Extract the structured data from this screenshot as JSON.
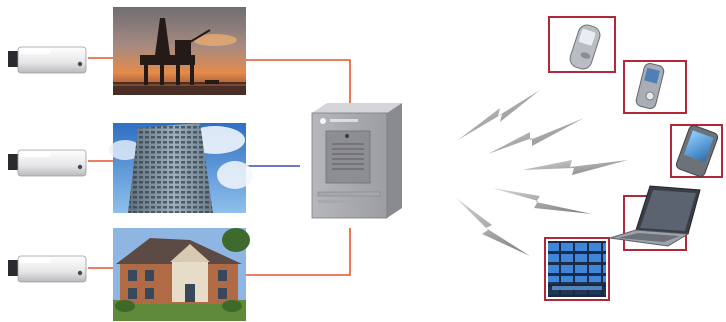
{
  "diagram": {
    "sources": [
      {
        "camera_icon": "cctv-camera-icon",
        "image_icon": "offshore-oil-rig-photo",
        "link_color": "#e8542c"
      },
      {
        "camera_icon": "cctv-camera-icon",
        "image_icon": "office-skyscraper-photo",
        "link_color": "#3a4fb0"
      },
      {
        "camera_icon": "cctv-camera-icon",
        "image_icon": "residential-house-photo",
        "link_color": "#e8542c"
      }
    ],
    "hub": {
      "icon": "industrial-computer-server-icon"
    },
    "wireless": {
      "icon": "lightning-bolt-icon",
      "color": "#9a9a9a"
    },
    "clients": [
      {
        "icon": "smartphone-icon",
        "frame_color": "#b0283a"
      },
      {
        "icon": "mobile-phone-icon",
        "frame_color": "#b0283a"
      },
      {
        "icon": "pda-icon",
        "frame_color": "#b0283a"
      },
      {
        "icon": "laptop-icon",
        "frame_color": "#b0283a"
      },
      {
        "icon": "control-room-monitor-wall-icon",
        "frame_color": "#b0283a"
      }
    ]
  }
}
